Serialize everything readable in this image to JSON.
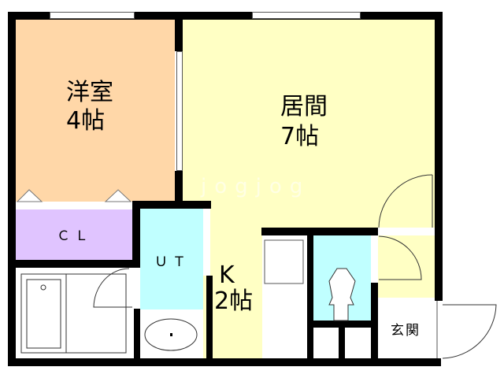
{
  "floorplan": {
    "colors": {
      "western_room": "#ffd7a8",
      "living": "#ffffc4",
      "closet": "#e0c4ff",
      "utility": "#c0ffff",
      "toilet": "#c0ffff",
      "wall": "#000000",
      "fixture": "#ffffff"
    },
    "rooms": {
      "western": {
        "name": "洋室",
        "size": "4帖"
      },
      "living": {
        "name": "居間",
        "size": "7帖"
      },
      "kitchen": {
        "name": "K",
        "size": "2帖"
      },
      "closet": {
        "name": "ＣＬ"
      },
      "utility": {
        "name": "ＵＴ"
      },
      "entrance": {
        "name": "玄関"
      }
    },
    "watermark": "jogjog"
  }
}
